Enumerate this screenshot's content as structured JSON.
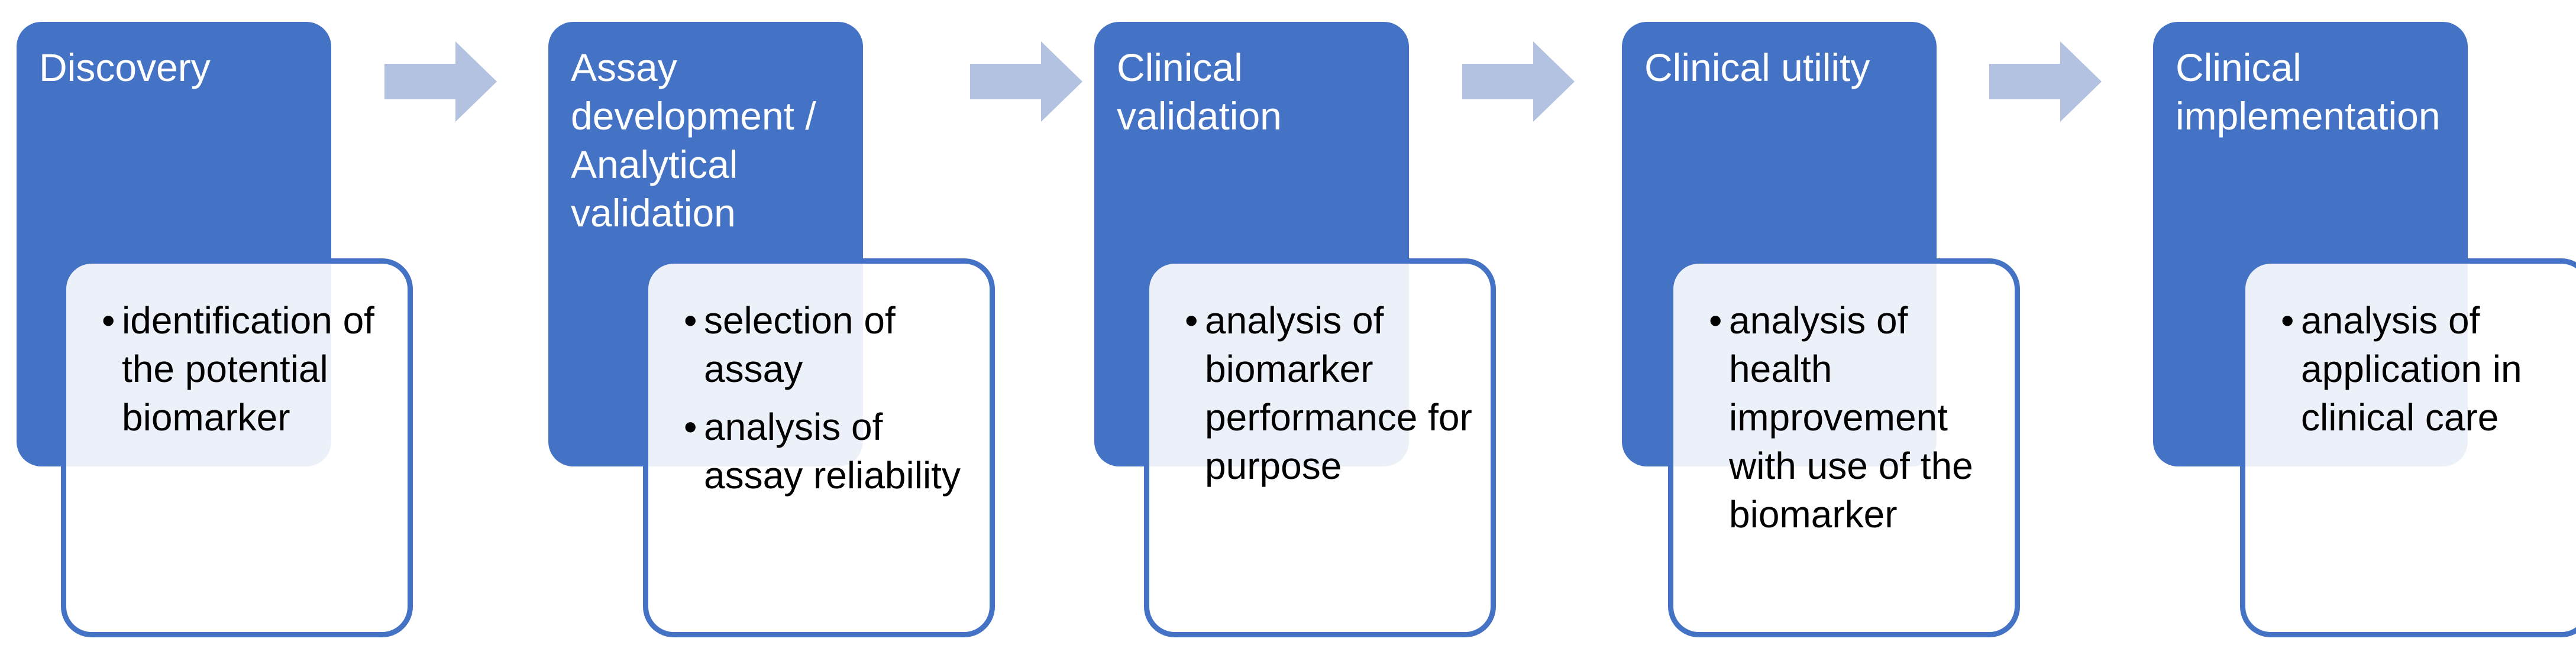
{
  "colors": {
    "title_fill": "#4472c4",
    "title_text": "#ffffff",
    "detail_border": "#4472c4",
    "arrow_fill": "#b4c2e1",
    "bullet_text": "#000000"
  },
  "stages": [
    {
      "title": "Discovery",
      "bullets": [
        "identification of the potential biomarker"
      ]
    },
    {
      "title": "Assay development / Analytical validation",
      "bullets": [
        "selection of assay",
        "analysis of assay reliability"
      ]
    },
    {
      "title": "Clinical validation",
      "bullets": [
        "analysis of biomarker performance for purpose"
      ]
    },
    {
      "title": "Clinical utility",
      "bullets": [
        "analysis of health improvement with use of the biomarker"
      ]
    },
    {
      "title": "Clinical implementation",
      "bullets": [
        "analysis of application in clinical care"
      ]
    }
  ],
  "connectors": [
    {
      "from": 0,
      "to": 1,
      "icon": "arrow-right-icon"
    },
    {
      "from": 1,
      "to": 2,
      "icon": "arrow-right-icon"
    },
    {
      "from": 2,
      "to": 3,
      "icon": "arrow-right-icon"
    },
    {
      "from": 3,
      "to": 4,
      "icon": "arrow-right-icon"
    }
  ]
}
